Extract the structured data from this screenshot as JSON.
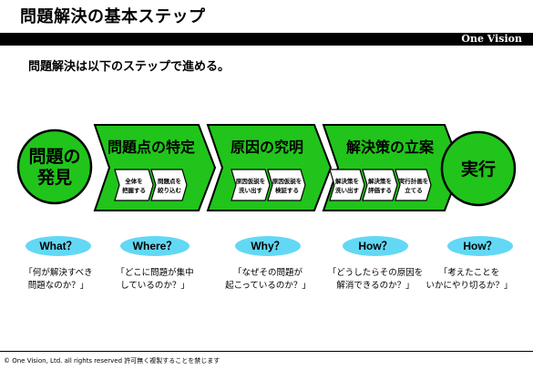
{
  "header": {
    "title": "問題解決の基本ステップ",
    "brand": "One Vision"
  },
  "intro": "問題解決は以下のステップで進める。",
  "colors": {
    "green": "#21c41b",
    "oval_blue": "#62d8f5",
    "black": "#000000"
  },
  "start": {
    "line1": "問題の",
    "line2": "発見"
  },
  "stages": [
    {
      "title": "問題点の特定",
      "steps": [
        {
          "line1": "全体を",
          "line2": "把握する"
        },
        {
          "line1": "問題点を",
          "line2": "絞り込む"
        }
      ]
    },
    {
      "title": "原因の究明",
      "steps": [
        {
          "line1": "原因仮説を",
          "line2": "洗い出す"
        },
        {
          "line1": "原因仮説を",
          "line2": "検証する"
        }
      ]
    },
    {
      "title": "解決策の立案",
      "steps": [
        {
          "line1": "解決策を",
          "line2": "洗い出す"
        },
        {
          "line1": "解決策を",
          "line2": "評価する"
        },
        {
          "line1": "実行計画を",
          "line2": "立てる"
        }
      ]
    }
  ],
  "end": {
    "label": "実行"
  },
  "questions": [
    {
      "label": "What？",
      "line1": "「何が解決すべき",
      "line2": "問題なのか？」"
    },
    {
      "label": "Where？",
      "line1": "「どこに問題が集中",
      "line2": "しているのか？」"
    },
    {
      "label": "Why？",
      "line1": "「なぜその問題が",
      "line2": "起こっているのか？」"
    },
    {
      "label": "How？",
      "line1": "「どうしたらその原因を",
      "line2": "解消できるのか？」"
    },
    {
      "label": "How？",
      "line1": "「考えたことを",
      "line2": "いかにやり切るか？」"
    }
  ],
  "footer": {
    "copyright": "© One Vision, Ltd. all rights reserved  許可無く複製することを禁じます"
  }
}
